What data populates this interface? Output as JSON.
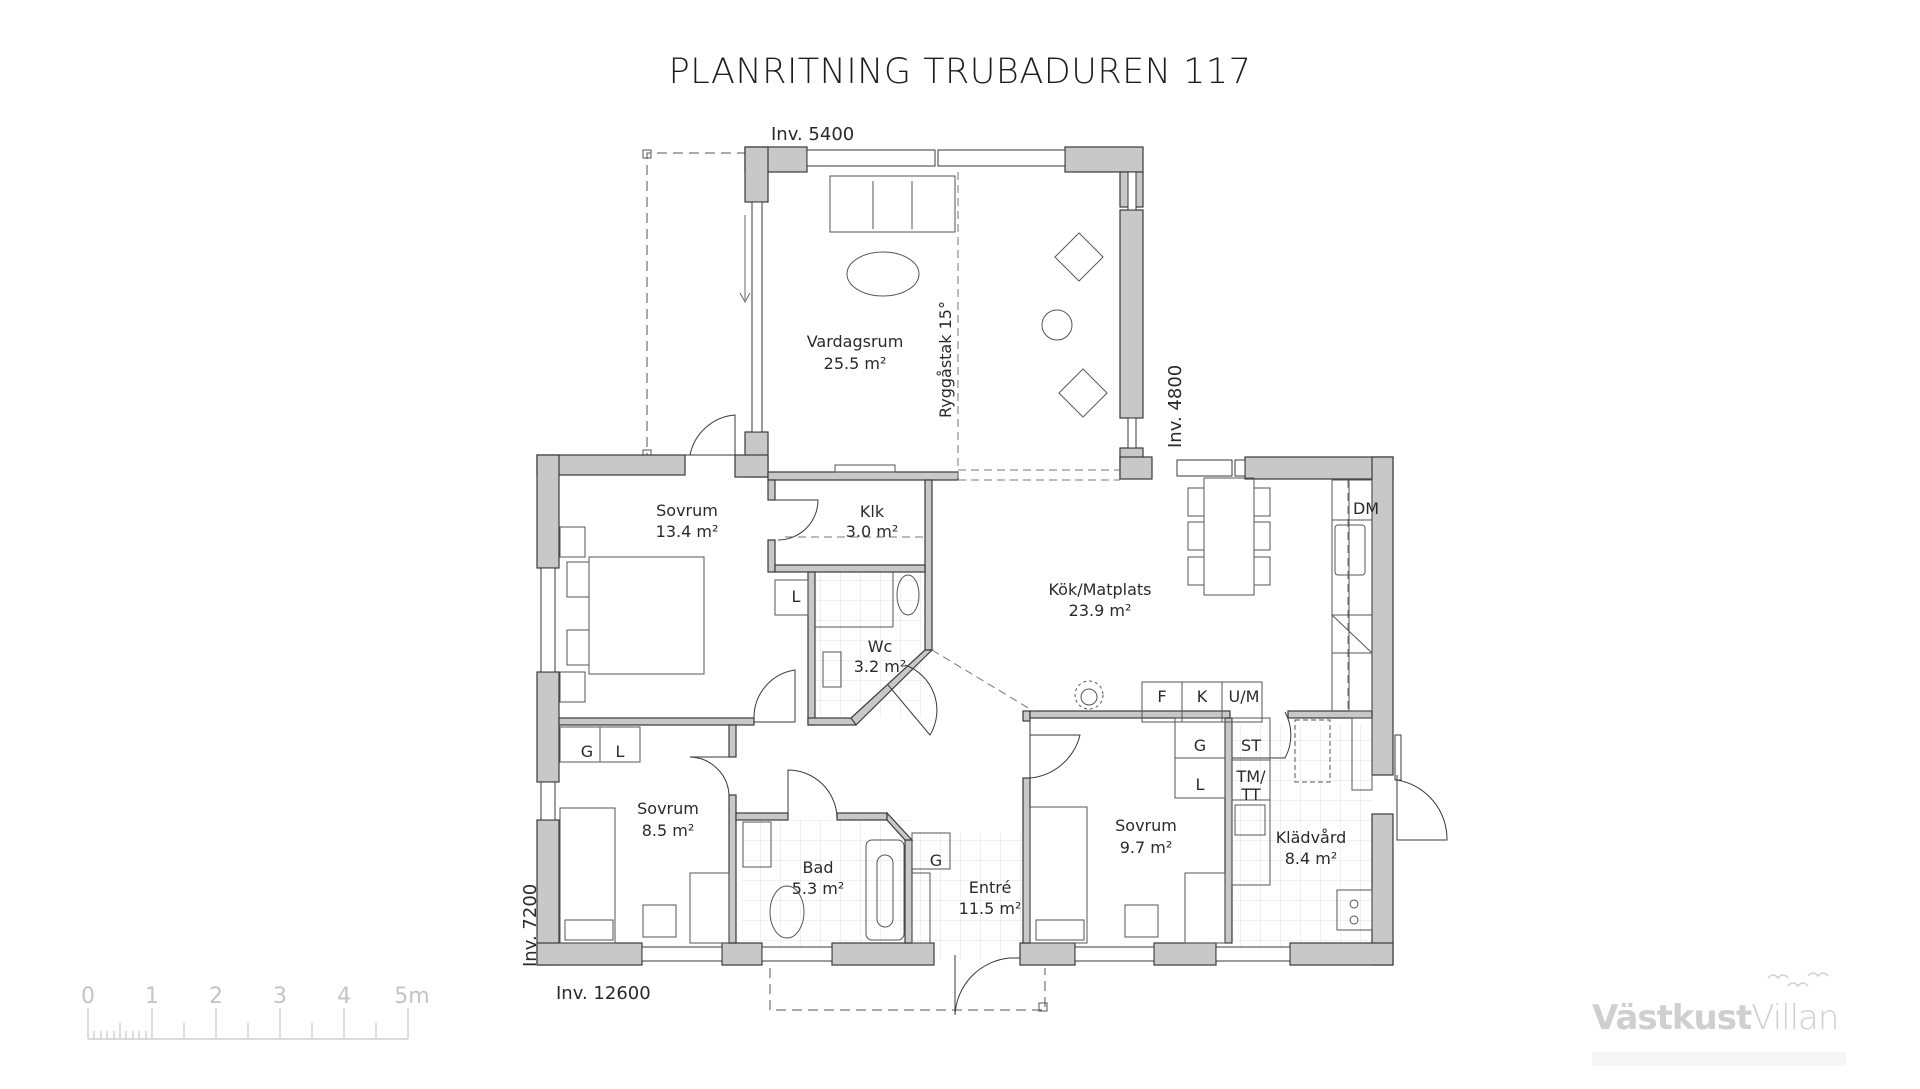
{
  "title": "PLANRITNING TRUBADUREN 117",
  "dimensions": {
    "top": "Inv. 5400",
    "right": "Inv. 4800",
    "left": "Inv. 7200",
    "bottom": "Inv. 12600"
  },
  "rooms": [
    {
      "id": "vardagsrum",
      "name": "Vardagsrum",
      "area": "25.5 m²"
    },
    {
      "id": "sovrum-large",
      "name": "Sovrum",
      "area": "13.4 m²"
    },
    {
      "id": "klk",
      "name": "Klk",
      "area": "3.0 m²"
    },
    {
      "id": "wc",
      "name": "Wc",
      "area": "3.2 m²"
    },
    {
      "id": "kok",
      "name": "Kök/Matplats",
      "area": "23.9 m²"
    },
    {
      "id": "sovrum-small",
      "name": "Sovrum",
      "area": "8.5 m²"
    },
    {
      "id": "bad",
      "name": "Bad",
      "area": "5.3 m²"
    },
    {
      "id": "entre",
      "name": "Entré",
      "area": "11.5 m²"
    },
    {
      "id": "sovrum-mid",
      "name": "Sovrum",
      "area": "9.7 m²"
    },
    {
      "id": "kladvard",
      "name": "Klädvård",
      "area": "8.4 m²"
    }
  ],
  "annotations": {
    "roof": "Ryggåstak 15°"
  },
  "fixtures": {
    "dm": "DM",
    "f": "F",
    "k": "K",
    "um": "U/M",
    "l_wc": "L",
    "g_small": "G",
    "l_small": "L",
    "g_entre": "G",
    "g_mid": "G",
    "l_mid": "L",
    "st": "ST",
    "tm_1": "TM/",
    "tm_2": "TT"
  },
  "scale_bar": {
    "ticks": [
      "0",
      "1",
      "2",
      "3",
      "4",
      "5m"
    ]
  },
  "logo": {
    "bold": "Västkust",
    "light": "Villan"
  },
  "colors": {
    "wall": "#c8c8c8",
    "line": "#3a3a3a",
    "tile": "#e4e4e4",
    "scale": "#c4c4c4",
    "logo": "#cfcfcf"
  }
}
